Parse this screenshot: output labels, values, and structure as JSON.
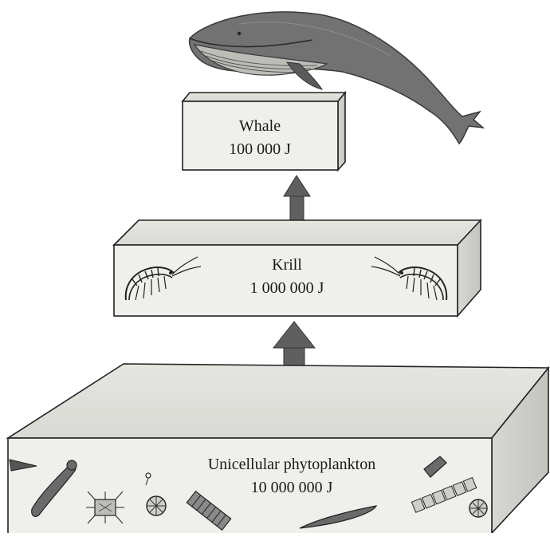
{
  "levels": [
    {
      "name": "Whale",
      "energy": "100 000 J"
    },
    {
      "name": "Krill",
      "energy": "1 000 000 J"
    },
    {
      "name": "Unicellular phytoplankton",
      "energy": "10 000 000 J"
    }
  ],
  "colors": {
    "box_front": "#eeeeea",
    "box_top": "#e0e0db",
    "box_side": "#cfcfca",
    "stroke": "#222222",
    "arrow": "#5f5f5f",
    "whale": "#6e6e6e"
  },
  "icons": [
    "whale-icon",
    "krill-icon",
    "phytoplankton-icon"
  ]
}
